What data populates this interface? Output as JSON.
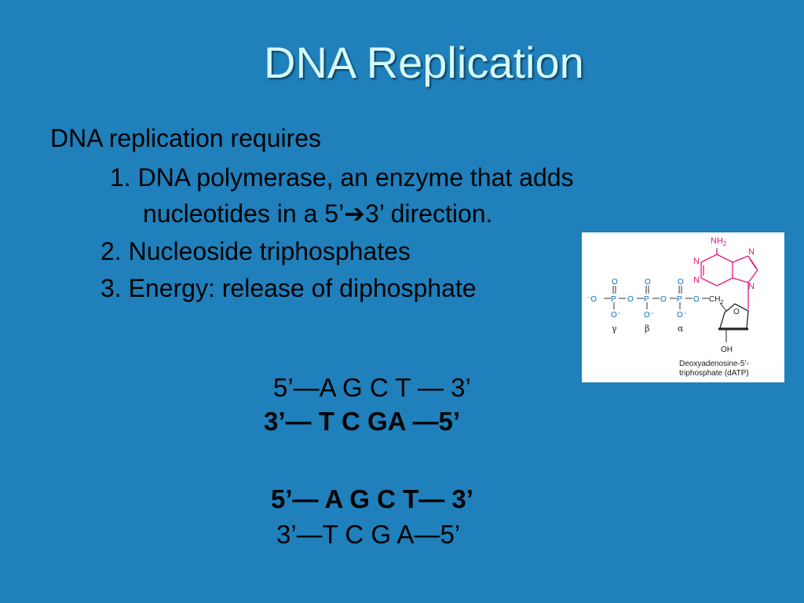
{
  "slide": {
    "title": "DNA Replication",
    "intro": "DNA replication requires",
    "items": [
      {
        "line1": "1. DNA polymerase, an enzyme that adds",
        "line2_pre": "nucleotides in a 5’",
        "arrow": "➔",
        "line2_post": "3’ direction."
      },
      {
        "text": "2. Nucleoside triphosphates"
      },
      {
        "text": "3. Energy: release of diphosphate"
      }
    ],
    "strands": [
      {
        "top": "5’—A G C T — 3’",
        "bottom": "3’— T  C GA —5’"
      },
      {
        "top": "5’— A G C  T— 3’",
        "bottom": "3’—T C G A—5’"
      }
    ]
  },
  "molecule": {
    "amine": "NH",
    "amine_sub": "2",
    "nitrogen": "N",
    "phosphorus": "P",
    "oxygen": "O",
    "oxide": "O⁻",
    "anion": "⁻O",
    "methylene": "CH",
    "methylene_sub": "2",
    "hydroxyl": "OH",
    "greek": [
      "γ",
      "β",
      "α"
    ],
    "caption_line1": "Deoxyadenosine-5’-",
    "caption_line2": "triphosphate (dATP)"
  }
}
